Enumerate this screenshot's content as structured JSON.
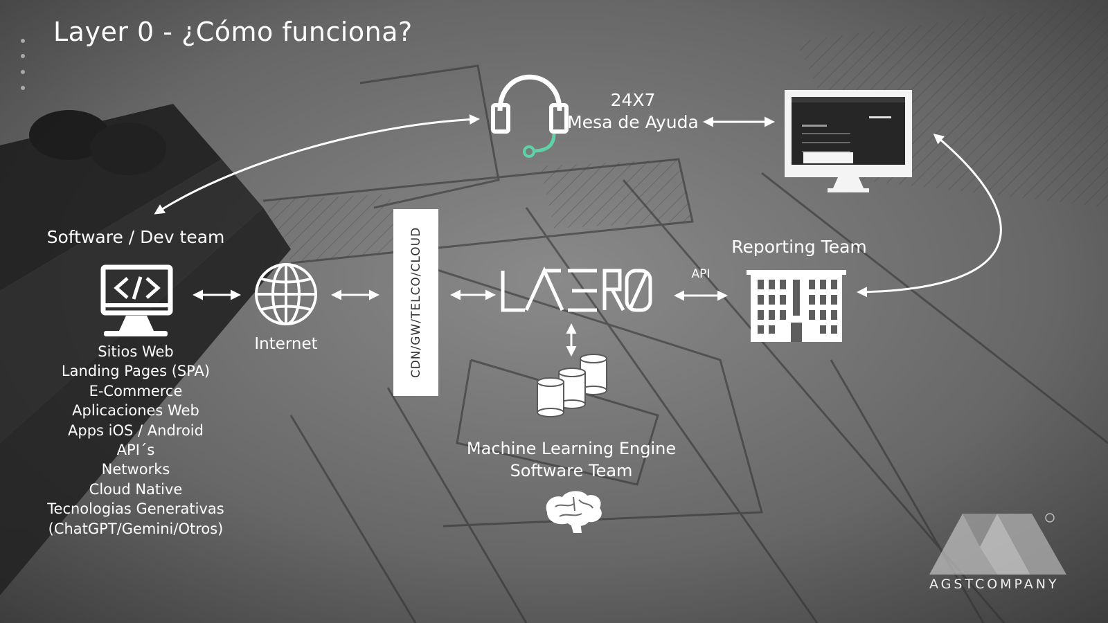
{
  "slide": {
    "title": "Layer 0  - ¿Cómo funciona?"
  },
  "helpdesk": {
    "line1": "24X7",
    "line2": "Mesa de Ayuda"
  },
  "dev_team": {
    "label": "Software / Dev team",
    "items": [
      "Sitios Web",
      "Landing Pages (SPA)",
      "E-Commerce",
      "Aplicaciones Web",
      "Apps iOS / Android",
      "API´s",
      "Networks",
      "Cloud Native",
      "Tecnologias Generativas",
      "(ChatGPT/Gemini/Otros)"
    ]
  },
  "internet": {
    "label": "Internet"
  },
  "cdn": {
    "label": "CDN/GW/TELCO/CLOUD"
  },
  "layer0": {
    "logo": "LAYER0"
  },
  "api": {
    "label": "API"
  },
  "reporting": {
    "label": "Reporting Team"
  },
  "ml": {
    "line1": "Machine Learning Engine",
    "line2": "Software Team"
  },
  "brand": {
    "name": "AGSTCOMPANY",
    "registered": "®"
  },
  "icons": [
    "headset-icon",
    "monitor-screen-icon",
    "code-monitor-icon",
    "globe-icon",
    "database-icon",
    "building-icon",
    "brain-icon"
  ],
  "colors": {
    "headset_accent": "#5fd3a8",
    "foreground": "#ffffff"
  }
}
